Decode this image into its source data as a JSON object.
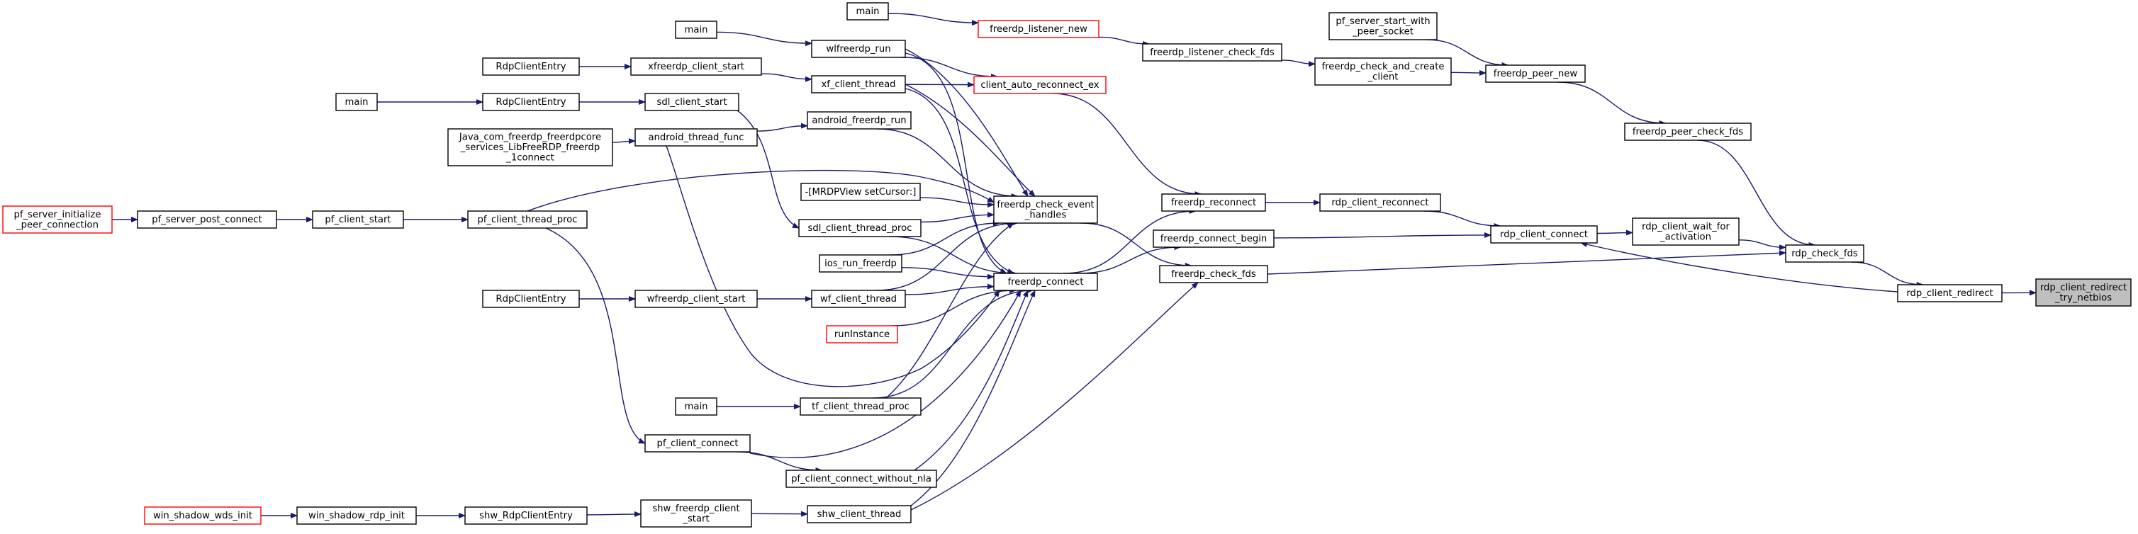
{
  "diagram": {
    "edge_color": "#191970",
    "node_border": "#000000",
    "node_red_border": "#ff0000",
    "root_fill": "#bfbfbf",
    "nodes": [
      {
        "id": "rdp_client_redirect_try_netbios",
        "lines": [
          "rdp_client_redirect",
          "_try_netbios"
        ],
        "style": "root"
      },
      {
        "id": "rdp_client_redirect",
        "lines": [
          "rdp_client_redirect"
        ]
      },
      {
        "id": "rdp_check_fds",
        "lines": [
          "rdp_check_fds"
        ]
      },
      {
        "id": "freerdp_peer_check_fds",
        "lines": [
          "freerdp_peer_check_fds"
        ]
      },
      {
        "id": "freerdp_peer_new",
        "lines": [
          "freerdp_peer_new"
        ]
      },
      {
        "id": "pf_server_start_with_peer_socket",
        "lines": [
          "pf_server_start_with",
          "_peer_socket"
        ]
      },
      {
        "id": "freerdp_check_and_create_client",
        "lines": [
          "freerdp_check_and_create",
          "_client"
        ]
      },
      {
        "id": "freerdp_listener_check_fds",
        "lines": [
          "freerdp_listener_check_fds"
        ]
      },
      {
        "id": "freerdp_listener_new",
        "lines": [
          "freerdp_listener_new"
        ],
        "style": "red"
      },
      {
        "id": "main_top",
        "lines": [
          "main"
        ]
      },
      {
        "id": "rdp_client_wait_for_activation",
        "lines": [
          "rdp_client_wait_for",
          "_activation"
        ]
      },
      {
        "id": "rdp_client_connect",
        "lines": [
          "rdp_client_connect"
        ]
      },
      {
        "id": "rdp_client_reconnect",
        "lines": [
          "rdp_client_reconnect"
        ]
      },
      {
        "id": "freerdp_reconnect",
        "lines": [
          "freerdp_reconnect"
        ]
      },
      {
        "id": "freerdp_connect_begin",
        "lines": [
          "freerdp_connect_begin"
        ]
      },
      {
        "id": "freerdp_check_fds",
        "lines": [
          "freerdp_check_fds"
        ]
      },
      {
        "id": "client_auto_reconnect_ex",
        "lines": [
          "client_auto_reconnect_ex"
        ],
        "style": "red"
      },
      {
        "id": "freerdp_check_event_handles",
        "lines": [
          "freerdp_check_event",
          "_handles"
        ]
      },
      {
        "id": "freerdp_connect",
        "lines": [
          "freerdp_connect"
        ]
      },
      {
        "id": "wlfreerdp_run",
        "lines": [
          "wlfreerdp_run"
        ]
      },
      {
        "id": "main_wl",
        "lines": [
          "main"
        ]
      },
      {
        "id": "xf_client_thread",
        "lines": [
          "xf_client_thread"
        ]
      },
      {
        "id": "xfreerdp_client_start",
        "lines": [
          "xfreerdp_client_start"
        ]
      },
      {
        "id": "rdpclient_xf",
        "lines": [
          "RdpClientEntry"
        ]
      },
      {
        "id": "sdl_client_start",
        "lines": [
          "sdl_client_start"
        ]
      },
      {
        "id": "rdpclient_sdl",
        "lines": [
          "RdpClientEntry"
        ]
      },
      {
        "id": "main_sdl",
        "lines": [
          "main"
        ]
      },
      {
        "id": "android_freerdp_run",
        "lines": [
          "android_freerdp_run"
        ]
      },
      {
        "id": "android_thread_func",
        "lines": [
          "android_thread_func"
        ]
      },
      {
        "id": "java_connect",
        "lines": [
          "Java_com_freerdp_freerdpcore",
          "_services_LibFreeRDP_freerdp",
          "_1connect"
        ]
      },
      {
        "id": "mrdpview",
        "lines": [
          "-[MRDPView setCursor:]"
        ]
      },
      {
        "id": "sdl_client_thread_proc",
        "lines": [
          "sdl_client_thread_proc"
        ]
      },
      {
        "id": "ios_run_freerdp",
        "lines": [
          "ios_run_freerdp"
        ]
      },
      {
        "id": "wf_client_thread",
        "lines": [
          "wf_client_thread"
        ]
      },
      {
        "id": "wfreerdp_client_start",
        "lines": [
          "wfreerdp_client_start"
        ]
      },
      {
        "id": "rdpclient_wf",
        "lines": [
          "RdpClientEntry"
        ]
      },
      {
        "id": "runInstance",
        "lines": [
          "runInstance"
        ],
        "style": "red"
      },
      {
        "id": "tf_client_thread_proc",
        "lines": [
          "tf_client_thread_proc"
        ]
      },
      {
        "id": "main_tf",
        "lines": [
          "main"
        ]
      },
      {
        "id": "pf_client_connect",
        "lines": [
          "pf_client_connect"
        ]
      },
      {
        "id": "pf_client_connect_without_nla",
        "lines": [
          "pf_client_connect_without_nla"
        ]
      },
      {
        "id": "shw_client_thread",
        "lines": [
          "shw_client_thread"
        ]
      },
      {
        "id": "shw_freerdp_client_start",
        "lines": [
          "shw_freerdp_client",
          "_start"
        ]
      },
      {
        "id": "shw_rdpcliententry",
        "lines": [
          "shw_RdpClientEntry"
        ]
      },
      {
        "id": "win_shadow_rdp_init",
        "lines": [
          "win_shadow_rdp_init"
        ]
      },
      {
        "id": "win_shadow_wds_init",
        "lines": [
          "win_shadow_wds_init"
        ],
        "style": "red"
      },
      {
        "id": "pf_client_thread_proc",
        "lines": [
          "pf_client_thread_proc"
        ]
      },
      {
        "id": "pf_client_start",
        "lines": [
          "pf_client_start"
        ]
      },
      {
        "id": "pf_server_post_connect",
        "lines": [
          "pf_server_post_connect"
        ]
      },
      {
        "id": "pf_server_initialize_peer_connection",
        "lines": [
          "pf_server_initialize",
          "_peer_connection"
        ],
        "style": "red"
      }
    ],
    "edges": [
      [
        "rdp_client_redirect",
        "rdp_client_redirect_try_netbios"
      ],
      [
        "rdp_check_fds",
        "rdp_client_redirect"
      ],
      [
        "freerdp_peer_check_fds",
        "rdp_check_fds"
      ],
      [
        "freerdp_peer_new",
        "freerdp_peer_check_fds"
      ],
      [
        "pf_server_start_with_peer_socket",
        "freerdp_peer_new"
      ],
      [
        "freerdp_check_and_create_client",
        "freerdp_peer_new"
      ],
      [
        "freerdp_listener_check_fds",
        "freerdp_check_and_create_client"
      ],
      [
        "freerdp_listener_new",
        "freerdp_listener_check_fds"
      ],
      [
        "main_top",
        "freerdp_listener_new"
      ],
      [
        "rdp_client_wait_for_activation",
        "rdp_check_fds"
      ],
      [
        "rdp_client_redirect",
        "rdp_client_connect"
      ],
      [
        "rdp_client_connect",
        "rdp_client_wait_for_activation"
      ],
      [
        "freerdp_check_fds",
        "rdp_check_fds"
      ],
      [
        "rdp_client_reconnect",
        "rdp_client_connect"
      ],
      [
        "freerdp_connect_begin",
        "rdp_client_connect"
      ],
      [
        "freerdp_reconnect",
        "rdp_client_reconnect"
      ],
      [
        "client_auto_reconnect_ex",
        "freerdp_reconnect"
      ],
      [
        "freerdp_check_event_handles",
        "freerdp_check_fds"
      ],
      [
        "freerdp_connect",
        "freerdp_reconnect"
      ],
      [
        "freerdp_connect",
        "freerdp_connect_begin"
      ],
      [
        "wlfreerdp_run",
        "client_auto_reconnect_ex"
      ],
      [
        "xf_client_thread",
        "client_auto_reconnect_ex"
      ],
      [
        "wlfreerdp_run",
        "freerdp_check_event_handles"
      ],
      [
        "xf_client_thread",
        "freerdp_check_event_handles"
      ],
      [
        "android_freerdp_run",
        "freerdp_check_event_handles"
      ],
      [
        "pf_client_thread_proc",
        "freerdp_check_event_handles"
      ],
      [
        "mrdpview",
        "freerdp_check_event_handles"
      ],
      [
        "sdl_client_thread_proc",
        "freerdp_check_event_handles"
      ],
      [
        "ios_run_freerdp",
        "freerdp_check_event_handles"
      ],
      [
        "wf_client_thread",
        "freerdp_check_event_handles"
      ],
      [
        "tf_client_thread_proc",
        "freerdp_check_event_handles"
      ],
      [
        "shw_client_thread",
        "freerdp_check_fds"
      ],
      [
        "wlfreerdp_run",
        "freerdp_connect"
      ],
      [
        "xf_client_thread",
        "freerdp_connect"
      ],
      [
        "sdl_client_thread_proc",
        "freerdp_connect"
      ],
      [
        "ios_run_freerdp",
        "freerdp_connect"
      ],
      [
        "wf_client_thread",
        "freerdp_connect"
      ],
      [
        "runInstance",
        "freerdp_connect"
      ],
      [
        "android_thread_func",
        "freerdp_connect"
      ],
      [
        "tf_client_thread_proc",
        "freerdp_connect"
      ],
      [
        "pf_client_connect",
        "freerdp_connect"
      ],
      [
        "pf_client_connect_without_nla",
        "freerdp_connect"
      ],
      [
        "shw_client_thread",
        "freerdp_connect"
      ],
      [
        "main_wl",
        "wlfreerdp_run"
      ],
      [
        "xfreerdp_client_start",
        "xf_client_thread"
      ],
      [
        "rdpclient_xf",
        "xfreerdp_client_start"
      ],
      [
        "rdpclient_sdl",
        "sdl_client_start"
      ],
      [
        "main_sdl",
        "rdpclient_sdl"
      ],
      [
        "sdl_client_start",
        "sdl_client_thread_proc"
      ],
      [
        "android_thread_func",
        "android_freerdp_run"
      ],
      [
        "java_connect",
        "android_thread_func"
      ],
      [
        "wfreerdp_client_start",
        "wf_client_thread"
      ],
      [
        "rdpclient_wf",
        "wfreerdp_client_start"
      ],
      [
        "main_tf",
        "tf_client_thread_proc"
      ],
      [
        "pf_client_thread_proc",
        "pf_client_connect"
      ],
      [
        "pf_client_connect",
        "pf_client_connect_without_nla"
      ],
      [
        "pf_client_start",
        "pf_client_thread_proc"
      ],
      [
        "pf_server_post_connect",
        "pf_client_start"
      ],
      [
        "pf_server_initialize_peer_connection",
        "pf_server_post_connect"
      ],
      [
        "shw_freerdp_client_start",
        "shw_client_thread"
      ],
      [
        "shw_rdpcliententry",
        "shw_freerdp_client_start"
      ],
      [
        "win_shadow_rdp_init",
        "shw_rdpcliententry"
      ],
      [
        "win_shadow_wds_init",
        "win_shadow_rdp_init"
      ]
    ]
  }
}
